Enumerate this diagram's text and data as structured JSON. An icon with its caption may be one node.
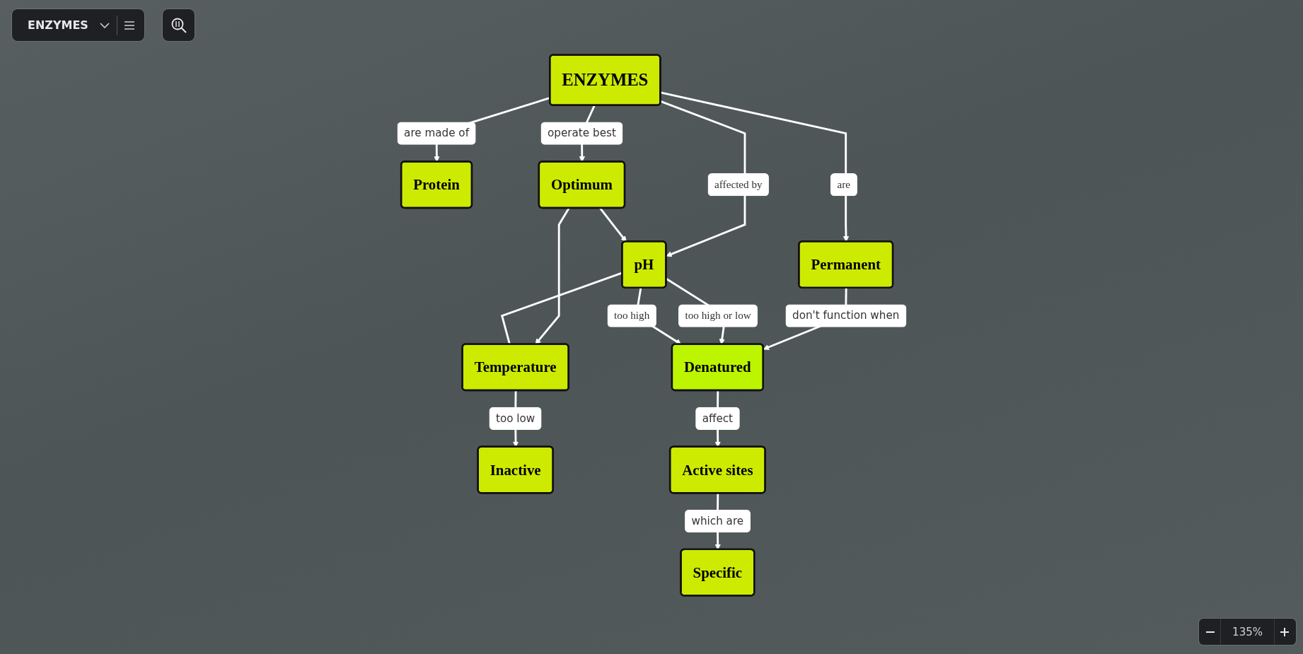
{
  "diagram": {
    "title": "ENZYMES",
    "nodes": [
      {
        "text": [
          "Protein"
        ]
      },
      {
        "text": [
          "ENZYMES"
        ]
      },
      {
        "text": [
          "Optimum"
        ]
      },
      {
        "text": [
          "pH"
        ]
      },
      {
        "text": [
          "Temperature"
        ]
      },
      {
        "text": [
          "Permanent"
        ]
      },
      {
        "text": [
          "Denatured"
        ]
      },
      {
        "text": [
          "Inactive"
        ]
      },
      {
        "text": [
          "Active sites"
        ]
      },
      {
        "text": [
          "Specific"
        ]
      }
    ],
    "edges": [
      {
        "from": 1,
        "to": 0,
        "arrow": "to",
        "label": "are made of"
      },
      {
        "from": 1,
        "to": 2,
        "arrow": "to",
        "label": "operate best"
      },
      {
        "from": 1,
        "to": 5,
        "arrow": "to",
        "label": "are"
      },
      {
        "from": 1,
        "to": 3,
        "arrow": "to",
        "label": "affected by"
      },
      {
        "from": 2,
        "to": 3,
        "arrow": "to"
      },
      {
        "from": 2,
        "to": 4,
        "arrow": "to"
      },
      {
        "from": 3,
        "to": 4,
        "arrow": "none"
      },
      {
        "from": 5,
        "to": 6,
        "arrow": "to",
        "label": "don't function when"
      },
      {
        "from": 3,
        "to": 6,
        "arrow": "to",
        "label": "too high or low"
      },
      {
        "from": 3,
        "to": 6,
        "arrow": "to",
        "label": "too high"
      },
      {
        "from": 4,
        "to": 7,
        "arrow": "to",
        "label": "too low"
      },
      {
        "from": 6,
        "to": 8,
        "arrow": "to",
        "label": "affect"
      },
      {
        "from": 8,
        "to": 9,
        "arrow": "to",
        "label": "which are"
      }
    ],
    "labels": [
      "135%"
    ]
  }
}
